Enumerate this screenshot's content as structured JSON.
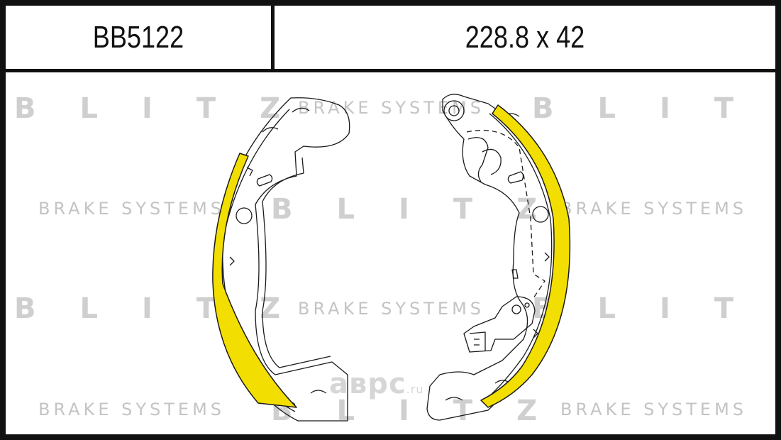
{
  "header": {
    "part_number": "BB5122",
    "dimensions": "228.8 x 42"
  },
  "watermark": {
    "brand": "BLITZ",
    "tagline": "BRAKE SYSTEMS",
    "site_main": "аврс",
    "site_tld": ".ru"
  },
  "colors": {
    "lining": "#f2de00",
    "outline": "#1a1a1a",
    "watermark": "#cfcfcf"
  }
}
